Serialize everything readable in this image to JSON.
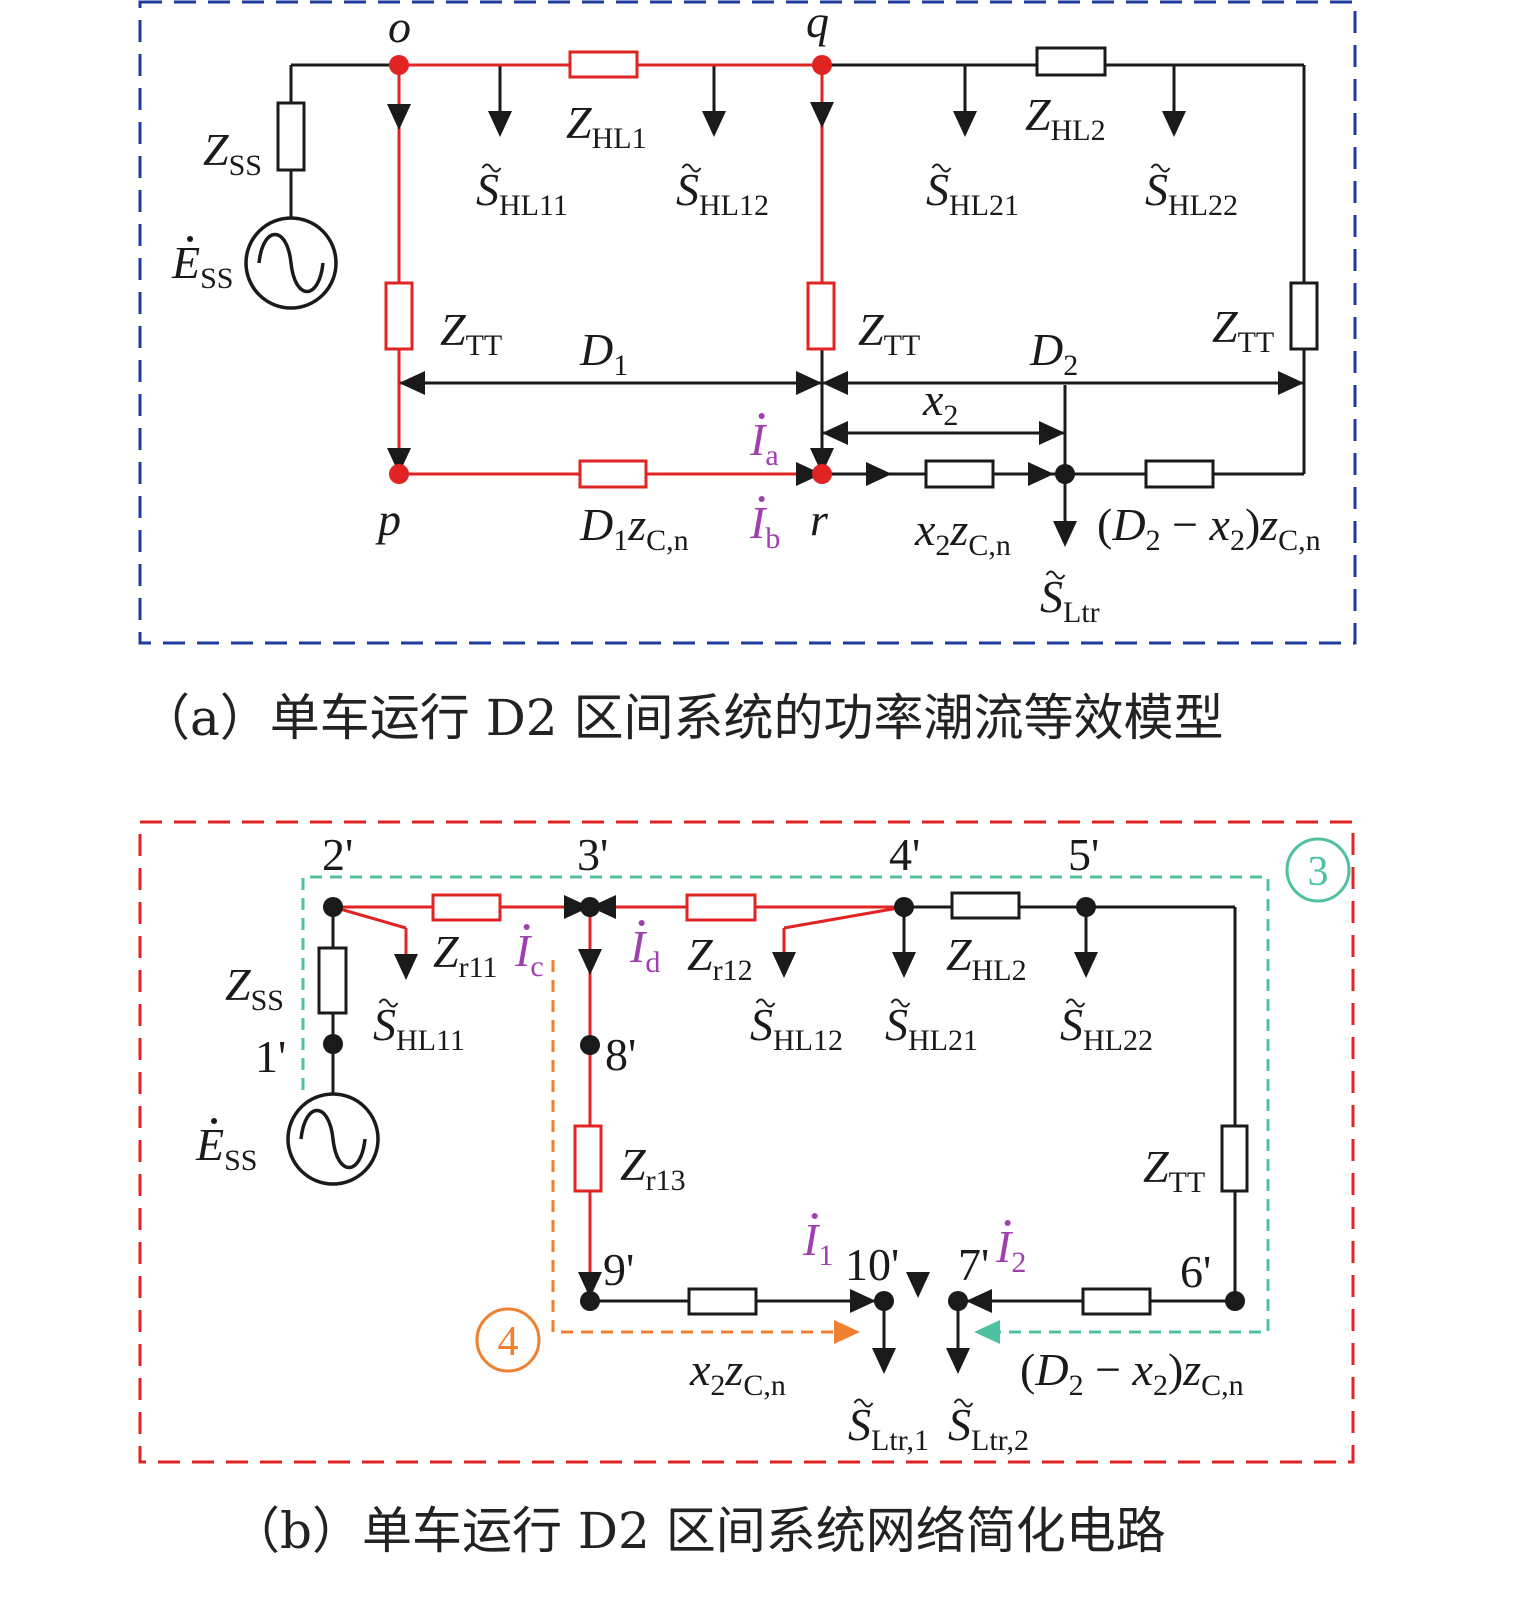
{
  "colors": {
    "wire": "#1a1a1a",
    "highlight": "#e02424",
    "current": "#a040b0",
    "frame_a": "#1f3c9c",
    "frame_b": "#e02424",
    "loop3": "#4fc0a0",
    "loop4": "#f08030"
  },
  "diagram_a": {
    "caption": "（a）单车运行 D2 区间系统的功率潮流等效模型",
    "labels": {
      "o": {
        "parts": [
          {
            "t": "o",
            "s": "i"
          }
        ]
      },
      "q": {
        "parts": [
          {
            "t": "q",
            "s": "i"
          }
        ]
      },
      "Zss": {
        "parts": [
          {
            "t": "Z",
            "s": "i"
          },
          {
            "t": "SS",
            "s": "sub"
          }
        ]
      },
      "Ess": {
        "parts": [
          {
            "t": "E",
            "s": "i"
          },
          {
            "t": "SS",
            "s": "sub"
          }
        ],
        "accent": "dot"
      },
      "Zhl1": {
        "parts": [
          {
            "t": "Z",
            "s": "i"
          },
          {
            "t": "HL1",
            "s": "sub"
          }
        ]
      },
      "Zhl2": {
        "parts": [
          {
            "t": "Z",
            "s": "i"
          },
          {
            "t": "HL2",
            "s": "sub"
          }
        ]
      },
      "Shl11": {
        "parts": [
          {
            "t": "S",
            "s": "i"
          },
          {
            "t": "HL11",
            "s": "sub"
          }
        ],
        "accent": "tilde"
      },
      "Shl12": {
        "parts": [
          {
            "t": "S",
            "s": "i"
          },
          {
            "t": "HL12",
            "s": "sub"
          }
        ],
        "accent": "tilde"
      },
      "Shl21": {
        "parts": [
          {
            "t": "S",
            "s": "i"
          },
          {
            "t": "HL21",
            "s": "sub"
          }
        ],
        "accent": "tilde"
      },
      "Shl22": {
        "parts": [
          {
            "t": "S",
            "s": "i"
          },
          {
            "t": "HL22",
            "s": "sub"
          }
        ],
        "accent": "tilde"
      },
      "Ztt1": {
        "parts": [
          {
            "t": "Z",
            "s": "i"
          },
          {
            "t": "TT",
            "s": "sub"
          }
        ]
      },
      "Ztt2": {
        "parts": [
          {
            "t": "Z",
            "s": "i"
          },
          {
            "t": "TT",
            "s": "sub"
          }
        ]
      },
      "Ztt3": {
        "parts": [
          {
            "t": "Z",
            "s": "i"
          },
          {
            "t": "TT",
            "s": "sub"
          }
        ]
      },
      "D1": {
        "parts": [
          {
            "t": "D",
            "s": "i"
          },
          {
            "t": "1",
            "s": "sub"
          }
        ]
      },
      "D2": {
        "parts": [
          {
            "t": "D",
            "s": "i"
          },
          {
            "t": "2",
            "s": "sub"
          }
        ]
      },
      "x2": {
        "parts": [
          {
            "t": "x",
            "s": "i"
          },
          {
            "t": "2",
            "s": "sub"
          }
        ]
      },
      "Ia": {
        "parts": [
          {
            "t": "I",
            "s": "i"
          },
          {
            "t": "a",
            "s": "sub"
          }
        ],
        "accent": "dot",
        "current": true
      },
      "Ib": {
        "parts": [
          {
            "t": "I",
            "s": "i"
          },
          {
            "t": "b",
            "s": "sub"
          }
        ],
        "accent": "dot",
        "current": true
      },
      "p": {
        "parts": [
          {
            "t": "p",
            "s": "i"
          }
        ]
      },
      "r": {
        "parts": [
          {
            "t": "r",
            "s": "i"
          }
        ]
      },
      "D1z": {
        "parts": [
          {
            "t": "D",
            "s": "i"
          },
          {
            "t": "1",
            "s": "sub"
          },
          {
            "t": "z",
            "s": "i"
          },
          {
            "t": "C,n",
            "s": "sub"
          }
        ]
      },
      "x2z": {
        "parts": [
          {
            "t": "x",
            "s": "i"
          },
          {
            "t": "2",
            "s": "sub"
          },
          {
            "t": "z",
            "s": "i"
          },
          {
            "t": "C,n",
            "s": "sub"
          }
        ]
      },
      "D2x2z": {
        "parts": [
          {
            "t": "(",
            "s": "n"
          },
          {
            "t": "D",
            "s": "i"
          },
          {
            "t": "2",
            "s": "sub"
          },
          {
            "t": " − ",
            "s": "n"
          },
          {
            "t": "x",
            "s": "i"
          },
          {
            "t": "2",
            "s": "sub"
          },
          {
            "t": ")",
            "s": "n"
          },
          {
            "t": "z",
            "s": "i"
          },
          {
            "t": "C,n",
            "s": "sub"
          }
        ]
      },
      "Sltr": {
        "parts": [
          {
            "t": "S",
            "s": "i"
          },
          {
            "t": "Ltr",
            "s": "sub"
          }
        ],
        "accent": "tilde"
      }
    }
  },
  "diagram_b": {
    "caption": "（b）单车运行 D2 区间系统网络简化电路",
    "loop_labels": {
      "loop3": "3",
      "loop4": "4"
    },
    "labels": {
      "n2": {
        "parts": [
          {
            "t": "2'",
            "s": "n"
          }
        ]
      },
      "n3": {
        "parts": [
          {
            "t": "3'",
            "s": "n"
          }
        ]
      },
      "n4": {
        "parts": [
          {
            "t": "4'",
            "s": "n"
          }
        ]
      },
      "n5": {
        "parts": [
          {
            "t": "5'",
            "s": "n"
          }
        ]
      },
      "n1": {
        "parts": [
          {
            "t": "1'",
            "s": "n"
          }
        ]
      },
      "n8": {
        "parts": [
          {
            "t": "8'",
            "s": "n"
          }
        ]
      },
      "n9": {
        "parts": [
          {
            "t": "9'",
            "s": "n"
          }
        ]
      },
      "n10": {
        "parts": [
          {
            "t": "10'",
            "s": "n"
          }
        ]
      },
      "n7": {
        "parts": [
          {
            "t": "7'",
            "s": "n"
          }
        ]
      },
      "n6": {
        "parts": [
          {
            "t": "6'",
            "s": "n"
          }
        ]
      },
      "Zss": {
        "parts": [
          {
            "t": "Z",
            "s": "i"
          },
          {
            "t": "SS",
            "s": "sub"
          }
        ]
      },
      "Ess": {
        "parts": [
          {
            "t": "E",
            "s": "i"
          },
          {
            "t": "SS",
            "s": "sub"
          }
        ],
        "accent": "dot"
      },
      "Zr11": {
        "parts": [
          {
            "t": "Z",
            "s": "i"
          },
          {
            "t": "r11",
            "s": "sub"
          }
        ]
      },
      "Zr12": {
        "parts": [
          {
            "t": "Z",
            "s": "i"
          },
          {
            "t": "r12",
            "s": "sub"
          }
        ]
      },
      "Zr13": {
        "parts": [
          {
            "t": "Z",
            "s": "i"
          },
          {
            "t": "r13",
            "s": "sub"
          }
        ]
      },
      "Zhl2": {
        "parts": [
          {
            "t": "Z",
            "s": "i"
          },
          {
            "t": "HL2",
            "s": "sub"
          }
        ]
      },
      "Ztt": {
        "parts": [
          {
            "t": "Z",
            "s": "i"
          },
          {
            "t": "TT",
            "s": "sub"
          }
        ]
      },
      "Ic": {
        "parts": [
          {
            "t": "I",
            "s": "i"
          },
          {
            "t": "c",
            "s": "sub"
          }
        ],
        "accent": "dot",
        "current": true
      },
      "Id": {
        "parts": [
          {
            "t": "I",
            "s": "i"
          },
          {
            "t": "d",
            "s": "sub"
          }
        ],
        "accent": "dot",
        "current": true
      },
      "I1": {
        "parts": [
          {
            "t": "I",
            "s": "i"
          },
          {
            "t": "1",
            "s": "sub"
          }
        ],
        "accent": "dot",
        "current": true
      },
      "I2": {
        "parts": [
          {
            "t": "I",
            "s": "i"
          },
          {
            "t": "2",
            "s": "sub"
          }
        ],
        "accent": "dot",
        "current": true
      },
      "Shl11": {
        "parts": [
          {
            "t": "S",
            "s": "i"
          },
          {
            "t": "HL11",
            "s": "sub"
          }
        ],
        "accent": "tilde"
      },
      "Shl12": {
        "parts": [
          {
            "t": "S",
            "s": "i"
          },
          {
            "t": "HL12",
            "s": "sub"
          }
        ],
        "accent": "tilde"
      },
      "Shl21": {
        "parts": [
          {
            "t": "S",
            "s": "i"
          },
          {
            "t": "HL21",
            "s": "sub"
          }
        ],
        "accent": "tilde"
      },
      "Shl22": {
        "parts": [
          {
            "t": "S",
            "s": "i"
          },
          {
            "t": "HL22",
            "s": "sub"
          }
        ],
        "accent": "tilde"
      },
      "x2z": {
        "parts": [
          {
            "t": "x",
            "s": "i"
          },
          {
            "t": "2",
            "s": "sub"
          },
          {
            "t": "z",
            "s": "i"
          },
          {
            "t": "C,n",
            "s": "sub"
          }
        ]
      },
      "D2x2z": {
        "parts": [
          {
            "t": "(",
            "s": "n"
          },
          {
            "t": "D",
            "s": "i"
          },
          {
            "t": "2",
            "s": "sub"
          },
          {
            "t": " − ",
            "s": "n"
          },
          {
            "t": "x",
            "s": "i"
          },
          {
            "t": "2",
            "s": "sub"
          },
          {
            "t": ")",
            "s": "n"
          },
          {
            "t": "z",
            "s": "i"
          },
          {
            "t": "C,n",
            "s": "sub"
          }
        ]
      },
      "Sltr1": {
        "parts": [
          {
            "t": "S",
            "s": "i"
          },
          {
            "t": "Ltr,1",
            "s": "sub"
          }
        ],
        "accent": "tilde"
      },
      "Sltr2": {
        "parts": [
          {
            "t": "S",
            "s": "i"
          },
          {
            "t": "Ltr,2",
            "s": "sub"
          }
        ],
        "accent": "tilde"
      }
    }
  }
}
